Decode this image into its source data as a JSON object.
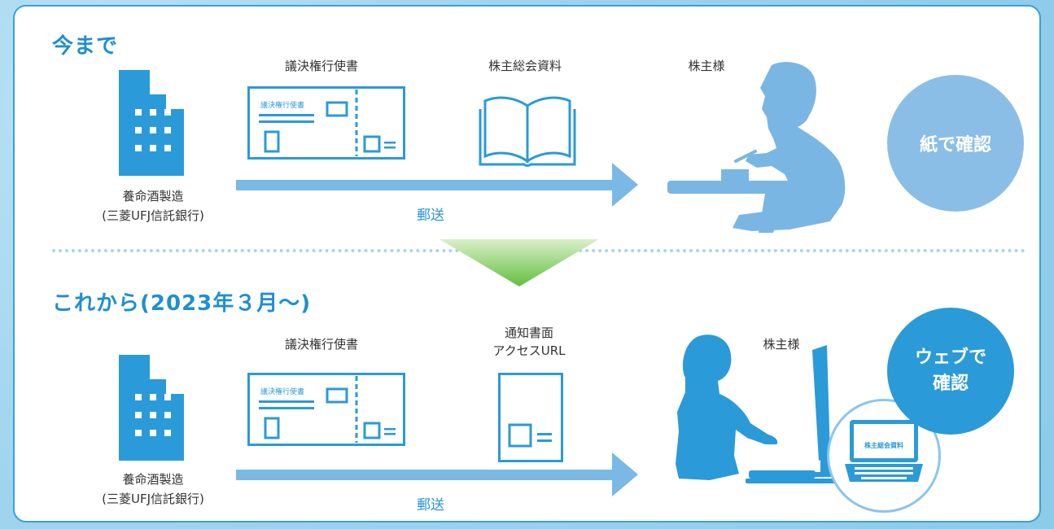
{
  "before": {
    "heading": "今まで",
    "company_line1": "養命酒製造",
    "company_line2": "(三菱UFJ信託銀行)",
    "doc1_label": "議決権行使書",
    "doc1_card_title": "議決権行使書",
    "doc2_label": "株主総会資料",
    "shareholder_label": "株主様",
    "mail_label": "郵送",
    "result": "紙で確認"
  },
  "after": {
    "heading": "これから(2023年３月〜)",
    "company_line1": "養命酒製造",
    "company_line2": "(三菱UFJ信託銀行)",
    "doc1_label": "議決権行使書",
    "doc1_card_title": "議決権行使書",
    "doc2_label_line1": "通知書面",
    "doc2_label_line2": "アクセスURL",
    "shareholder_label": "株主様",
    "mail_label": "郵送",
    "laptop_screen_text": "株主総会資料",
    "result_line1": "ウェブで",
    "result_line2": "確認"
  },
  "colors": {
    "primary": "#2b9ad8",
    "arrow": "#7ab8e6",
    "silhouette": "#7ab6e4",
    "green": "#6cc24a"
  }
}
